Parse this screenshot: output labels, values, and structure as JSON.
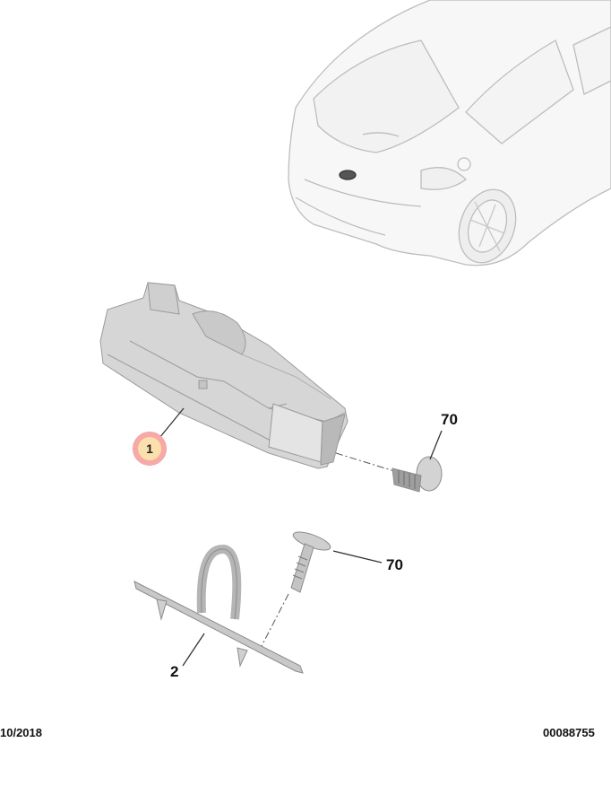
{
  "diagram": {
    "type": "exploded parts diagram",
    "subject": "rear hatchback car with control module, towing eye and screws",
    "callouts": [
      {
        "id": "1",
        "label": "1",
        "part": "control module",
        "highlighted": true
      },
      {
        "id": "70a",
        "label": "70",
        "part": "screw with washer (module fixing)"
      },
      {
        "id": "70b",
        "label": "70",
        "part": "screw (towing eye fixing)"
      },
      {
        "id": "2",
        "label": "2",
        "part": "towing eye bracket"
      }
    ],
    "colors": {
      "highlight_fill": "#fbe0ae",
      "highlight_ring": "#f6a9a6",
      "part_gray": "#d9d9d9",
      "outline": "#9a9a9a"
    }
  },
  "footer": {
    "date": "10/2018",
    "reference": "00088755"
  }
}
